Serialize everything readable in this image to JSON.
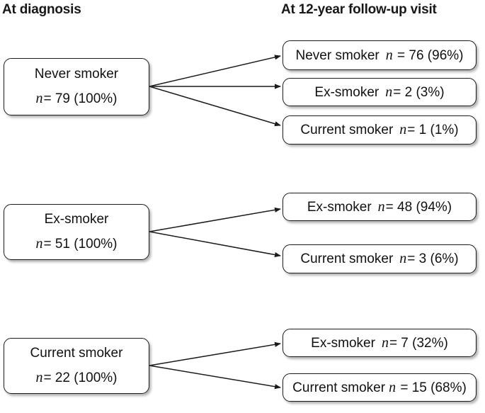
{
  "headers": {
    "left": "At diagnosis",
    "right": "At 12-year follow-up visit"
  },
  "diagram": {
    "type": "flowchart",
    "orientation": "left-to-right",
    "groups": [
      {
        "source": {
          "label": "Never smoker",
          "stat": "= 79 (100%)",
          "n_symbol": "n",
          "count": 79,
          "percent": "100%"
        },
        "targets": [
          {
            "label": "Never smoker",
            "n_symbol": "n",
            "stat": "= 76 (96%)",
            "count": 76,
            "percent": "96%"
          },
          {
            "label": "Ex-smoker",
            "n_symbol": "n",
            "stat": "= 2 (3%)",
            "count": 2,
            "percent": "3%"
          },
          {
            "label": "Current smoker",
            "n_symbol": "n",
            "stat": "= 1 (1%)",
            "count": 1,
            "percent": "1%"
          }
        ]
      },
      {
        "source": {
          "label": "Ex-smoker",
          "stat": "= 51 (100%)",
          "n_symbol": "n",
          "count": 51,
          "percent": "100%"
        },
        "targets": [
          {
            "label": "Ex-smoker",
            "n_symbol": "n",
            "stat": "= 48 (94%)",
            "count": 48,
            "percent": "94%"
          },
          {
            "label": "Current smoker",
            "n_symbol": "n",
            "stat": "= 3 (6%)",
            "count": 3,
            "percent": "6%"
          }
        ]
      },
      {
        "source": {
          "label": "Current smoker",
          "stat": "= 22 (100%)",
          "n_symbol": "n",
          "count": 22,
          "percent": "100%"
        },
        "targets": [
          {
            "label": "Ex-smoker",
            "n_symbol": "n",
            "stat": "= 7 (32%)",
            "count": 7,
            "percent": "32%"
          },
          {
            "label": "Current smoker",
            "n_symbol": "n",
            "stat": "= 15 (68%)",
            "count": 15,
            "percent": "68%"
          }
        ]
      }
    ]
  },
  "style": {
    "box_border": "#1b1b1b",
    "box_fill": "#ffffff",
    "text": "#111111",
    "arrow": "#1b1b1b",
    "background": "#ffffff"
  }
}
